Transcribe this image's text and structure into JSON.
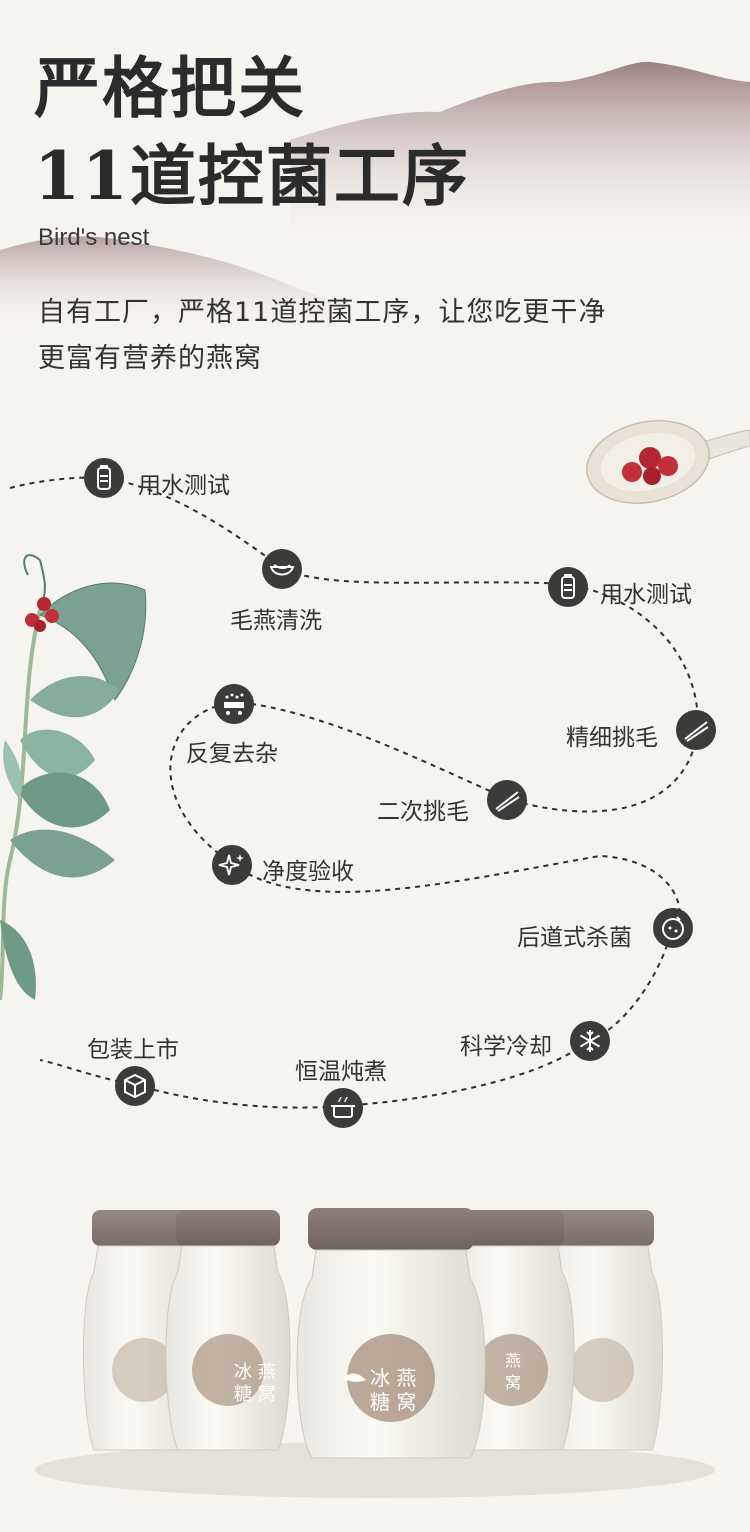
{
  "header": {
    "title_line1": "严格把关",
    "title_line2": "11道控菌工序",
    "subtitle_en": "Bird's nest",
    "desc_line1": "自有工厂，严格11道控菌工序，让您吃更干净",
    "desc_line2": "更富有营养的燕窝"
  },
  "steps": [
    {
      "label": "用水测试",
      "icon": "water-bottle-icon"
    },
    {
      "label": "毛燕清洗",
      "icon": "bowl-icon"
    },
    {
      "label": "用水测试",
      "icon": "water-bottle-icon"
    },
    {
      "label": "精细挑毛",
      "icon": "tweezers-icon"
    },
    {
      "label": "反复去杂",
      "icon": "spray-icon"
    },
    {
      "label": "二次挑毛",
      "icon": "tweezers-icon"
    },
    {
      "label": "净度验收",
      "icon": "sparkle-icon"
    },
    {
      "label": "后道式杀菌",
      "icon": "sterilize-icon"
    },
    {
      "label": "科学冷却",
      "icon": "snowflake-icon"
    },
    {
      "label": "恒温炖煮",
      "icon": "pot-icon"
    },
    {
      "label": "包装上市",
      "icon": "box-icon"
    }
  ],
  "product": {
    "jar_label_line1": "冰 燕",
    "jar_label_line2": "糖 窝"
  },
  "colors": {
    "background": "#f6f4ef",
    "icon_bg": "#3d3b3a",
    "mountain": "#8c6d70",
    "berry": "#c0303a",
    "leaf": "#6f9a86",
    "lid": "#8a7b77"
  }
}
